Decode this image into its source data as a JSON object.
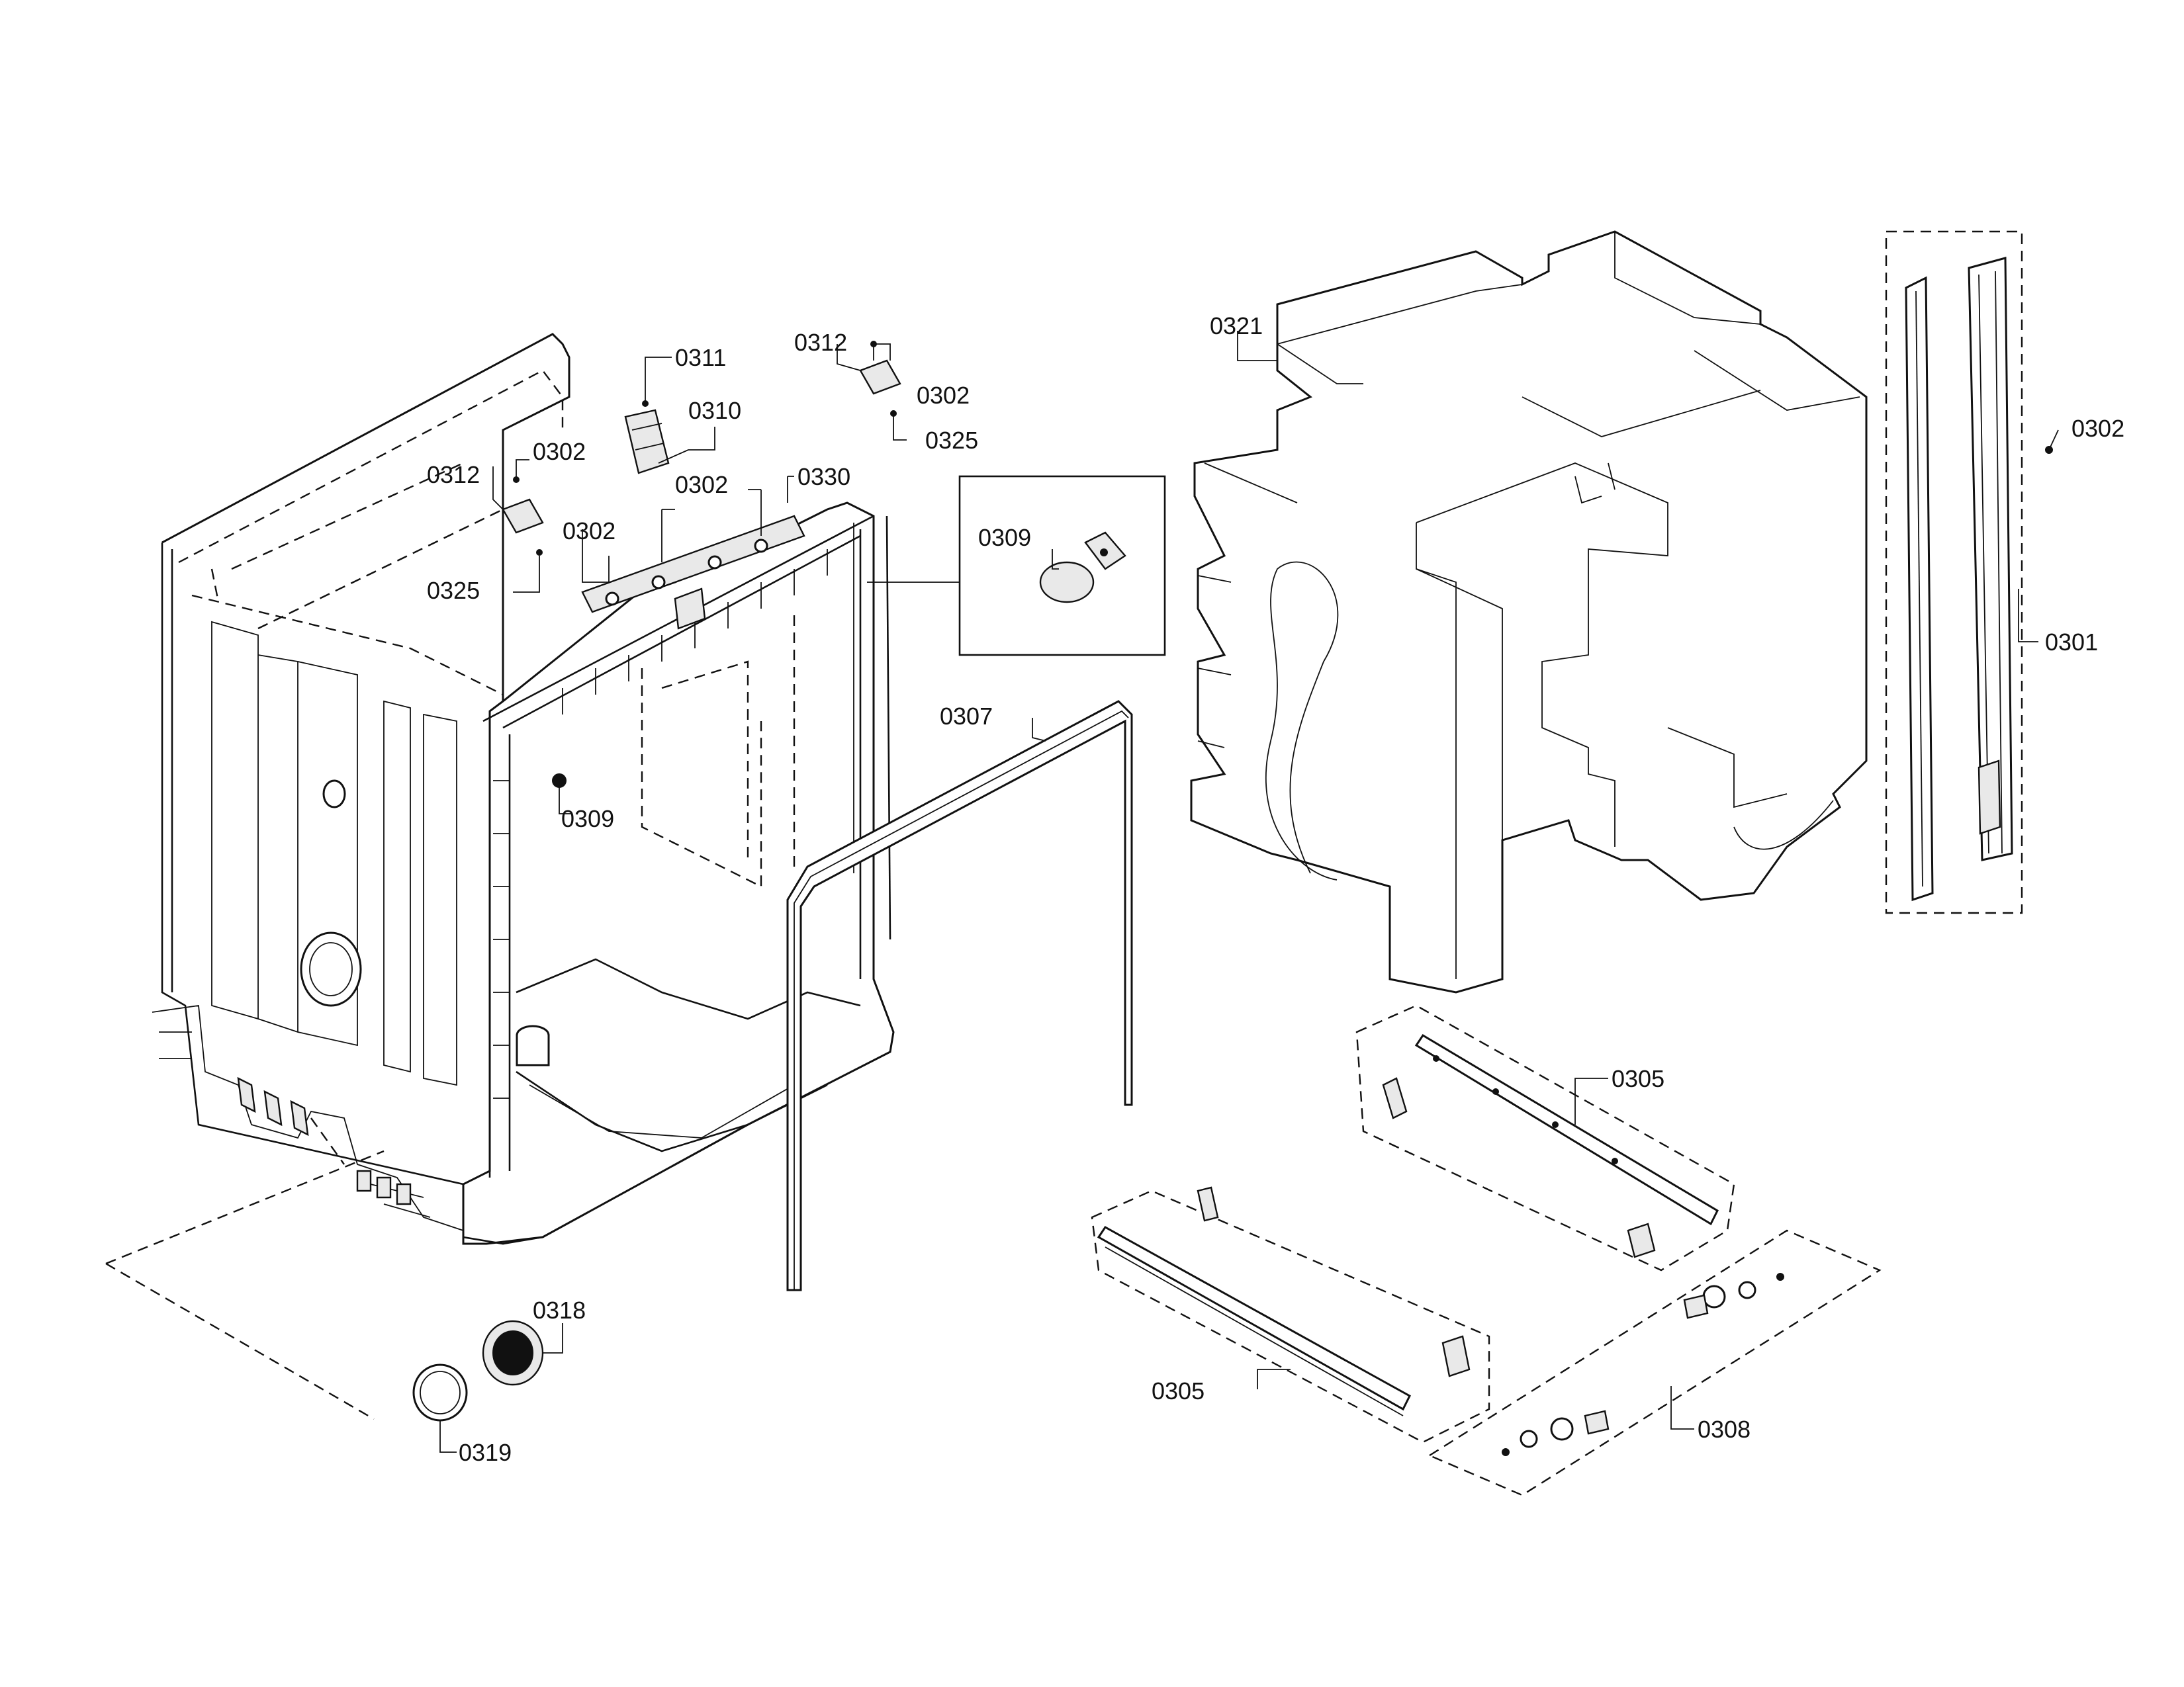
{
  "labels": [
    {
      "id": "l0311",
      "text": "0311"
    },
    {
      "id": "l0310",
      "text": "0310"
    },
    {
      "id": "l0312a",
      "text": "0312"
    },
    {
      "id": "l0302a",
      "text": "0302"
    },
    {
      "id": "l0325a",
      "text": "0325"
    },
    {
      "id": "l0302b",
      "text": "0302"
    },
    {
      "id": "l0302c",
      "text": "0302"
    },
    {
      "id": "l0330",
      "text": "0330"
    },
    {
      "id": "l0312b",
      "text": "0312"
    },
    {
      "id": "l0302d",
      "text": "0302"
    },
    {
      "id": "l0325b",
      "text": "0325"
    },
    {
      "id": "l0309a",
      "text": "0309"
    },
    {
      "id": "l0309b",
      "text": "0309"
    },
    {
      "id": "l0307",
      "text": "0307"
    },
    {
      "id": "l0321",
      "text": "0321"
    },
    {
      "id": "l0302e",
      "text": "0302"
    },
    {
      "id": "l0301",
      "text": "0301"
    },
    {
      "id": "l0305a",
      "text": "0305"
    },
    {
      "id": "l0305b",
      "text": "0305"
    },
    {
      "id": "l0308",
      "text": "0308"
    },
    {
      "id": "l0318",
      "text": "0318"
    },
    {
      "id": "l0319",
      "text": "0319"
    }
  ]
}
